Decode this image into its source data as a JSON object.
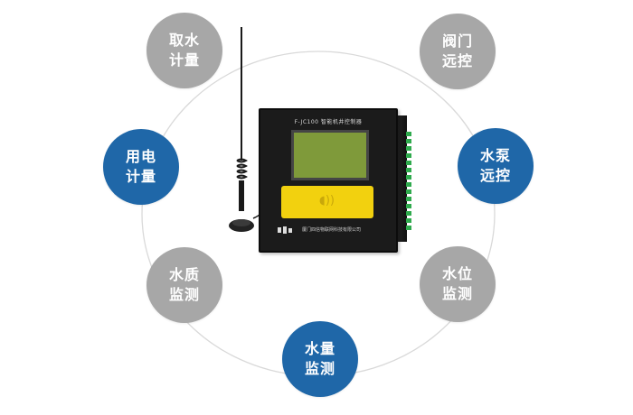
{
  "nodes": [
    {
      "id": "water-intake-metering",
      "line1": "取水",
      "line2": "计量",
      "color": "#a7a7a7"
    },
    {
      "id": "electricity-metering",
      "line1": "用电",
      "line2": "计量",
      "color": "#1f67a8"
    },
    {
      "id": "water-quality-monitoring",
      "line1": "水质",
      "line2": "监测",
      "color": "#a7a7a7"
    },
    {
      "id": "water-volume-monitoring",
      "line1": "水量",
      "line2": "监测",
      "color": "#1f67a8"
    },
    {
      "id": "water-level-monitoring",
      "line1": "水位",
      "line2": "监测",
      "color": "#a7a7a7"
    },
    {
      "id": "pump-remote-control",
      "line1": "水泵",
      "line2": "远控",
      "color": "#1f67a8"
    },
    {
      "id": "valve-remote-control",
      "line1": "阀门",
      "line2": "远控",
      "color": "#a7a7a7"
    }
  ],
  "device": {
    "model": "F-JC100 智能机井控制器",
    "company": "厦门四信物联网科技有限公司"
  }
}
